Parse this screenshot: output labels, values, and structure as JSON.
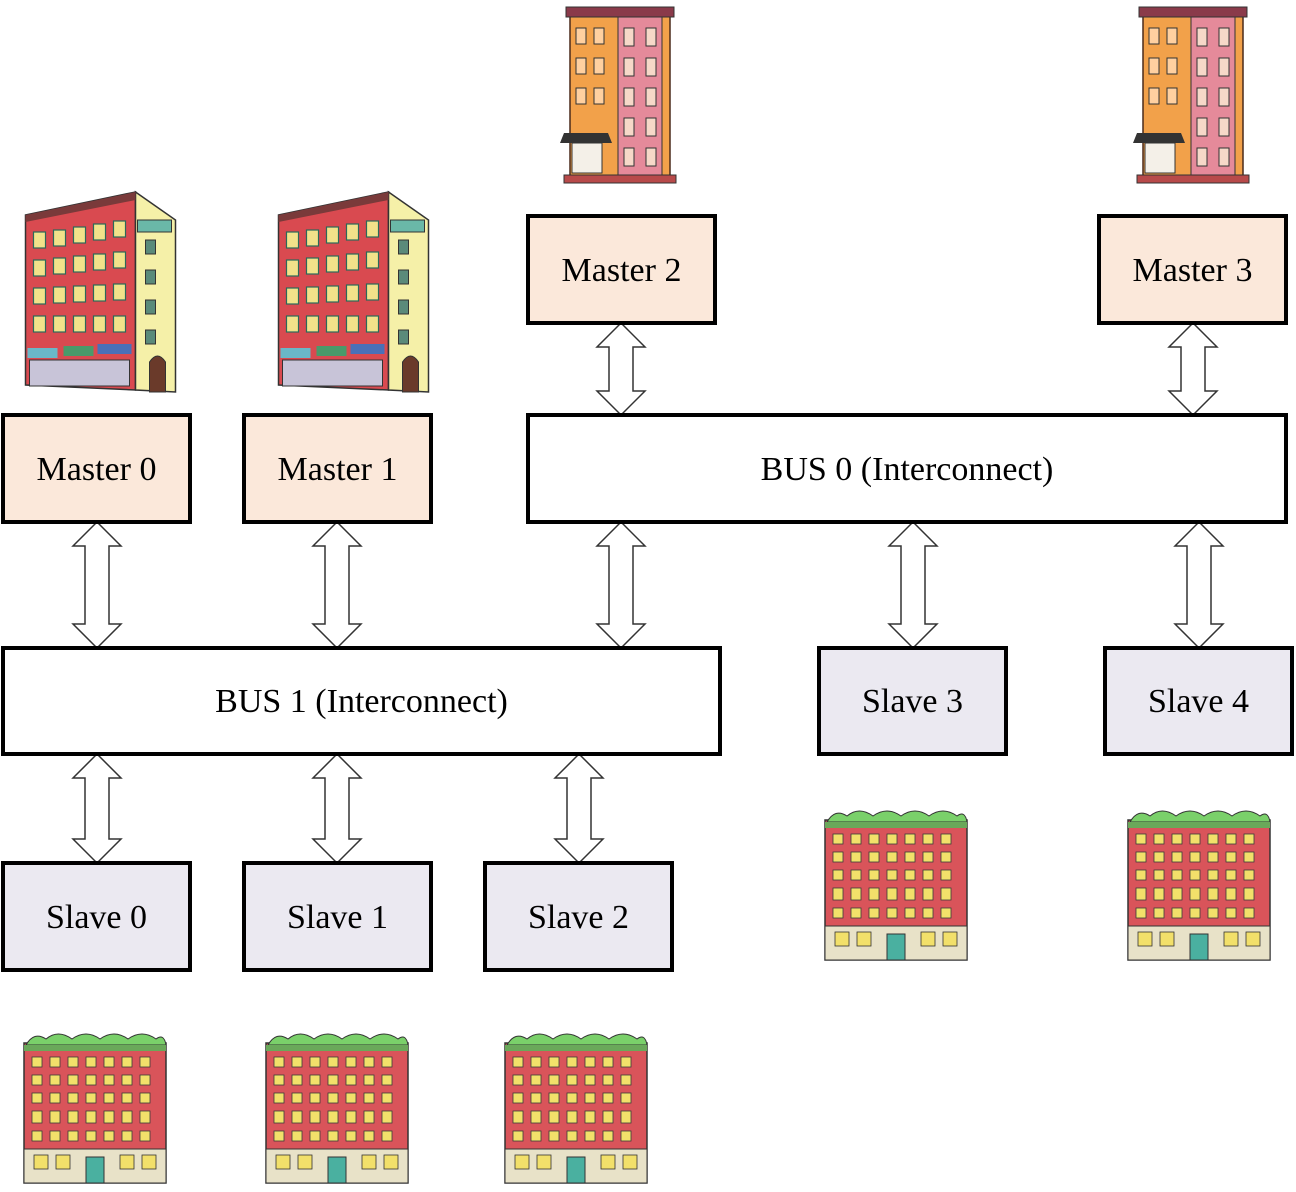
{
  "diagram": {
    "masters": [
      {
        "id": "m0",
        "label": "Master 0"
      },
      {
        "id": "m1",
        "label": "Master 1"
      },
      {
        "id": "m2",
        "label": "Master 2"
      },
      {
        "id": "m3",
        "label": "Master 3"
      }
    ],
    "buses": [
      {
        "id": "b0",
        "label": "BUS 0 (Interconnect)"
      },
      {
        "id": "b1",
        "label": "BUS 1 (Interconnect)"
      }
    ],
    "slaves": [
      {
        "id": "s0",
        "label": "Slave 0"
      },
      {
        "id": "s1",
        "label": "Slave 1"
      },
      {
        "id": "s2",
        "label": "Slave 2"
      },
      {
        "id": "s3",
        "label": "Slave 3"
      },
      {
        "id": "s4",
        "label": "Slave 4"
      }
    ],
    "connections": [
      {
        "from": "m0",
        "to": "b1"
      },
      {
        "from": "m1",
        "to": "b1"
      },
      {
        "from": "b0",
        "to": "b1"
      },
      {
        "from": "m2",
        "to": "b0"
      },
      {
        "from": "m3",
        "to": "b0"
      },
      {
        "from": "b0",
        "to": "s3"
      },
      {
        "from": "b0",
        "to": "s4"
      },
      {
        "from": "b1",
        "to": "s0"
      },
      {
        "from": "b1",
        "to": "s1"
      },
      {
        "from": "b1",
        "to": "s2"
      }
    ],
    "icons": {
      "master-01": "apartment-building-icon",
      "master-23": "townhouse-icon",
      "slave": "hotel-building-icon"
    },
    "colors": {
      "master_fill": "#fbe8da",
      "slave_fill": "#ebe9f1",
      "bus_fill": "#ffffff",
      "stroke": "#000000"
    }
  }
}
